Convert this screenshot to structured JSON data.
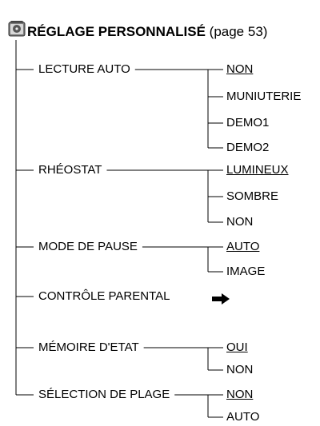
{
  "header": {
    "title": "RÉGLAGE PERSONNALISÉ",
    "page_ref": "(page 53)",
    "icon": "settings-disc-icon"
  },
  "menu": [
    {
      "label": "LECTURE AUTO",
      "options": [
        {
          "label": "NON",
          "default": true
        },
        {
          "label": "MUNIUTERIE",
          "default": false
        },
        {
          "label": "DEMO1",
          "default": false
        },
        {
          "label": "DEMO2",
          "default": false
        }
      ]
    },
    {
      "label": "RHÉOSTAT",
      "options": [
        {
          "label": "LUMINEUX",
          "default": true
        },
        {
          "label": "SOMBRE",
          "default": false
        },
        {
          "label": "NON",
          "default": false
        }
      ]
    },
    {
      "label": "MODE DE PAUSE",
      "options": [
        {
          "label": "AUTO",
          "default": true
        },
        {
          "label": "IMAGE",
          "default": false
        }
      ]
    },
    {
      "label": "CONTRÔLE PARENTAL",
      "options": [],
      "arrow": "right-arrow-icon"
    },
    {
      "label": "MÉMOIRE D'ETAT",
      "options": [
        {
          "label": "OUI",
          "default": true
        },
        {
          "label": "NON",
          "default": false
        }
      ]
    },
    {
      "label": "SÉLECTION DE PLAGE",
      "options": [
        {
          "label": "NON",
          "default": true
        },
        {
          "label": "AUTO",
          "default": false
        }
      ]
    }
  ]
}
